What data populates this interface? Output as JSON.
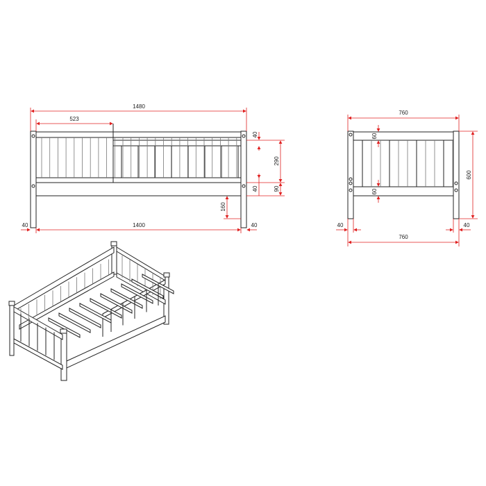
{
  "front_view": {
    "overall_length": "1480",
    "guard_length": "523",
    "inner_length": "1400",
    "post_left": "40",
    "post_right": "40",
    "top_rail_height": "40",
    "panel_height": "290",
    "side_rail_height": "40",
    "lower_rail_height": "90",
    "leg_clearance": "160"
  },
  "side_view": {
    "overall_width": "760",
    "inner_width": "760",
    "overall_height": "600",
    "top_rail_height": "60",
    "bottom_rail_height": "60",
    "post_left": "40",
    "post_right": "40"
  },
  "colors": {
    "dimension": "#e02020",
    "outline": "#222222"
  }
}
